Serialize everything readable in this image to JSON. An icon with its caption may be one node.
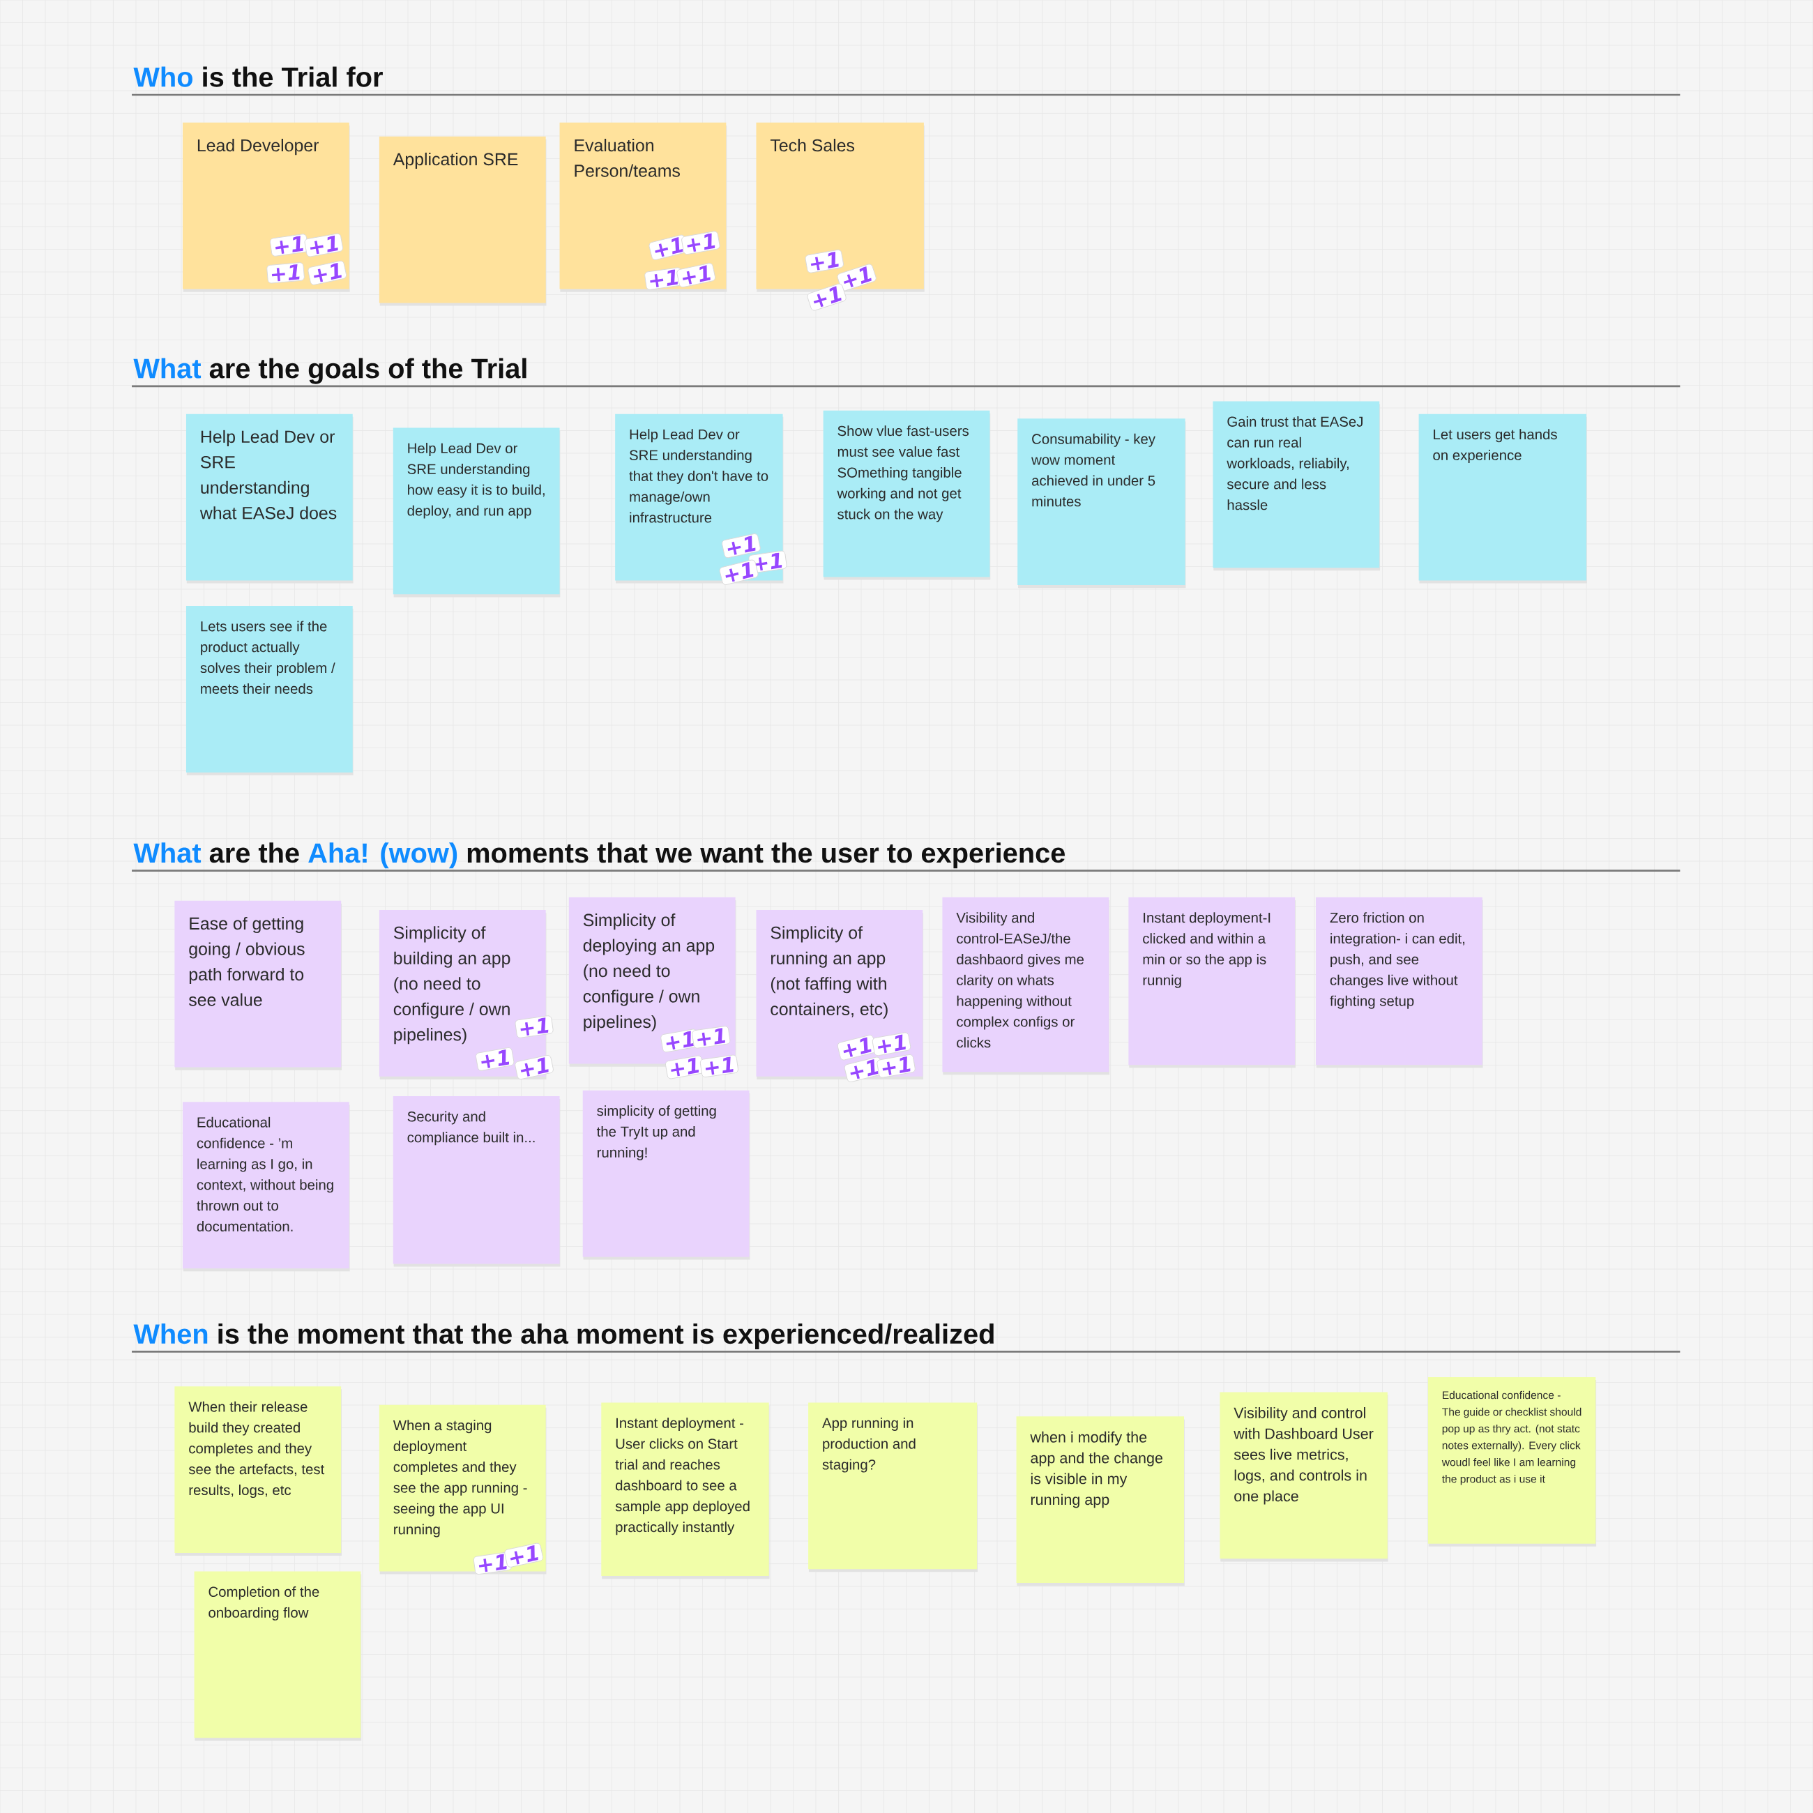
{
  "diagram": {
    "nodes": [
      {
        "text": [
          "Lead Developer",
          "+1",
          "+1",
          "+1",
          "+1"
        ]
      },
      {
        "text": [
          "Application SRE"
        ]
      },
      {
        "text": [
          "Evaluation Person/teams",
          "+1",
          "+1",
          "+1",
          "+1"
        ]
      },
      {
        "text": [
          "Tech Sales",
          "+1",
          "+1",
          "+1"
        ]
      },
      {
        "text": [
          "Help Lead Dev or SRE understanding what EASeJ does"
        ]
      },
      {
        "text": [
          "Help Lead Dev or SRE understanding how easy it is to build, deploy, and run app"
        ]
      },
      {
        "text": [
          "Help Lead Dev or SRE understanding that they don't have to manage/own infrastructure",
          "+1",
          "+1",
          "+1"
        ]
      },
      {
        "text": [
          "Show vlue fast-users must see value fast SOmething tangible working and not get stuck on the way"
        ]
      },
      {
        "text": [
          "Consumability - key wow moment achieved in under 5 minutes"
        ]
      },
      {
        "text": [
          "Gain trust that EASeJ can run real workloads, reliabily, secure and less hassle"
        ]
      },
      {
        "text": [
          "Let users get hands on experience"
        ]
      },
      {
        "text": [
          "Lets users see if the product actually solves their problem / meets their needs"
        ]
      },
      {
        "text": [
          "Ease of getting going / obvious path forward to see value"
        ]
      },
      {
        "text": [
          "Simplicity of building an app (no need to configure / own pipelines)",
          "+1",
          "+1",
          "+1"
        ]
      },
      {
        "text": [
          "Simplicity of deploying an app (no need to configure / own pipelines)",
          "+1",
          "+1",
          "+1",
          "+1"
        ]
      },
      {
        "text": [
          "Simplicity of running an app (not faffing with containers, etc)",
          "+1",
          "+1",
          "+1",
          "+1"
        ]
      },
      {
        "text": [
          "Visibility and control-EASeJ/the dashbaord gives me clarity on whats happening without complex configs or clicks"
        ]
      },
      {
        "text": [
          "Instant deployment-I clicked and within a min or so the app is runnig"
        ]
      },
      {
        "text": [
          "Zero friction on integration- i can edit, push, and see changes live without fighting setup"
        ]
      },
      {
        "text": [
          "Educational confidence - ’m learning as I go, in context, without being thrown out to documentation."
        ]
      },
      {
        "text": [
          "Security and compliance built in..."
        ]
      },
      {
        "text": [
          "simplicity of getting the TryIt up and running!"
        ]
      },
      {
        "text": [
          "When their release build they created completes and they see the artefacts, test results, logs, etc"
        ]
      },
      {
        "text": [
          "When a staging deployment completes and they see the app running - seeing the app UI running",
          "+1",
          "+1"
        ]
      },
      {
        "text": [
          "Instant deployment - User clicks on Start trial and reaches dashboard to see a sample app deployed practically instantly"
        ]
      },
      {
        "text": [
          "App running in production and staging?"
        ]
      },
      {
        "text": [
          "when i modify the app and the change is visible in my running app"
        ]
      },
      {
        "text": [
          "Visibility and control with Dashboard User sees live metrics, logs, and controls in one place"
        ]
      },
      {
        "text": [
          "Educational confidence - The guide or checklist should pop up as thry act. (not statc notes externally). Every click woudl feel like I am learning the product as i use it"
        ]
      },
      {
        "text": [
          "Completion of the onboarding flow"
        ]
      }
    ],
    "labels": [
      "Who is the Trial for",
      "What are the goals of the Trial",
      "What are the Aha! (wow) moments that we want the user to experience",
      "When is the moment that the aha moment is experienced/realized"
    ]
  }
}
